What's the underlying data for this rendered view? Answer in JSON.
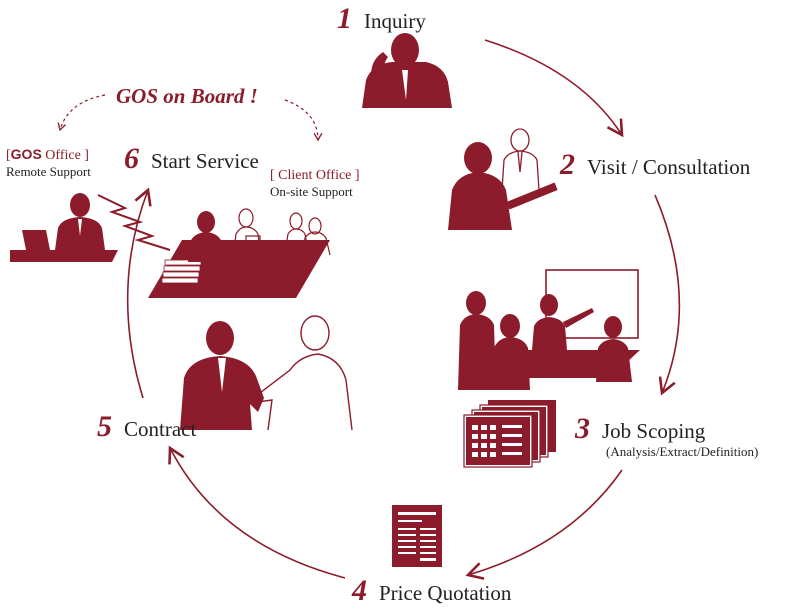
{
  "colors": {
    "accent": "#8c1c2b",
    "text": "#222222"
  },
  "steps": [
    {
      "num": "1",
      "label": "Inquiry"
    },
    {
      "num": "2",
      "label": "Visit / Consultation"
    },
    {
      "num": "3",
      "label": "Job Scoping",
      "sub": "(Analysis/Extract/Definition)"
    },
    {
      "num": "4",
      "label": "Price Quotation"
    },
    {
      "num": "5",
      "label": "Contract"
    },
    {
      "num": "6",
      "label": "Start Service"
    }
  ],
  "gos_on_board": "GOS on Board !",
  "gos_office": {
    "bracket_open": "[",
    "brand": "GOS",
    "office": " Office",
    "bracket_close": " ]",
    "label": "Remote Support"
  },
  "client_office": {
    "title": "[ Client Office ]",
    "label": "On-site Support"
  },
  "icons": [
    "phone-person-icon",
    "consultation-icon",
    "meeting-icon",
    "documents-icon",
    "quotation-document-icon",
    "handshake-icon",
    "remote-worker-icon",
    "office-team-icon"
  ]
}
